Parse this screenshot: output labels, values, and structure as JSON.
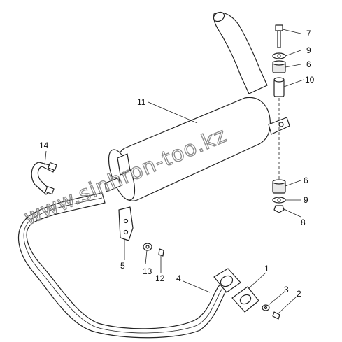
{
  "diagram": {
    "callouts": [
      "1",
      "2",
      "3",
      "4",
      "5",
      "6",
      "7",
      "8",
      "9",
      "10",
      "11",
      "12",
      "13",
      "14",
      "6",
      "9"
    ],
    "watermark": "www.sinhron-too.kz",
    "corner_mark": "…"
  }
}
